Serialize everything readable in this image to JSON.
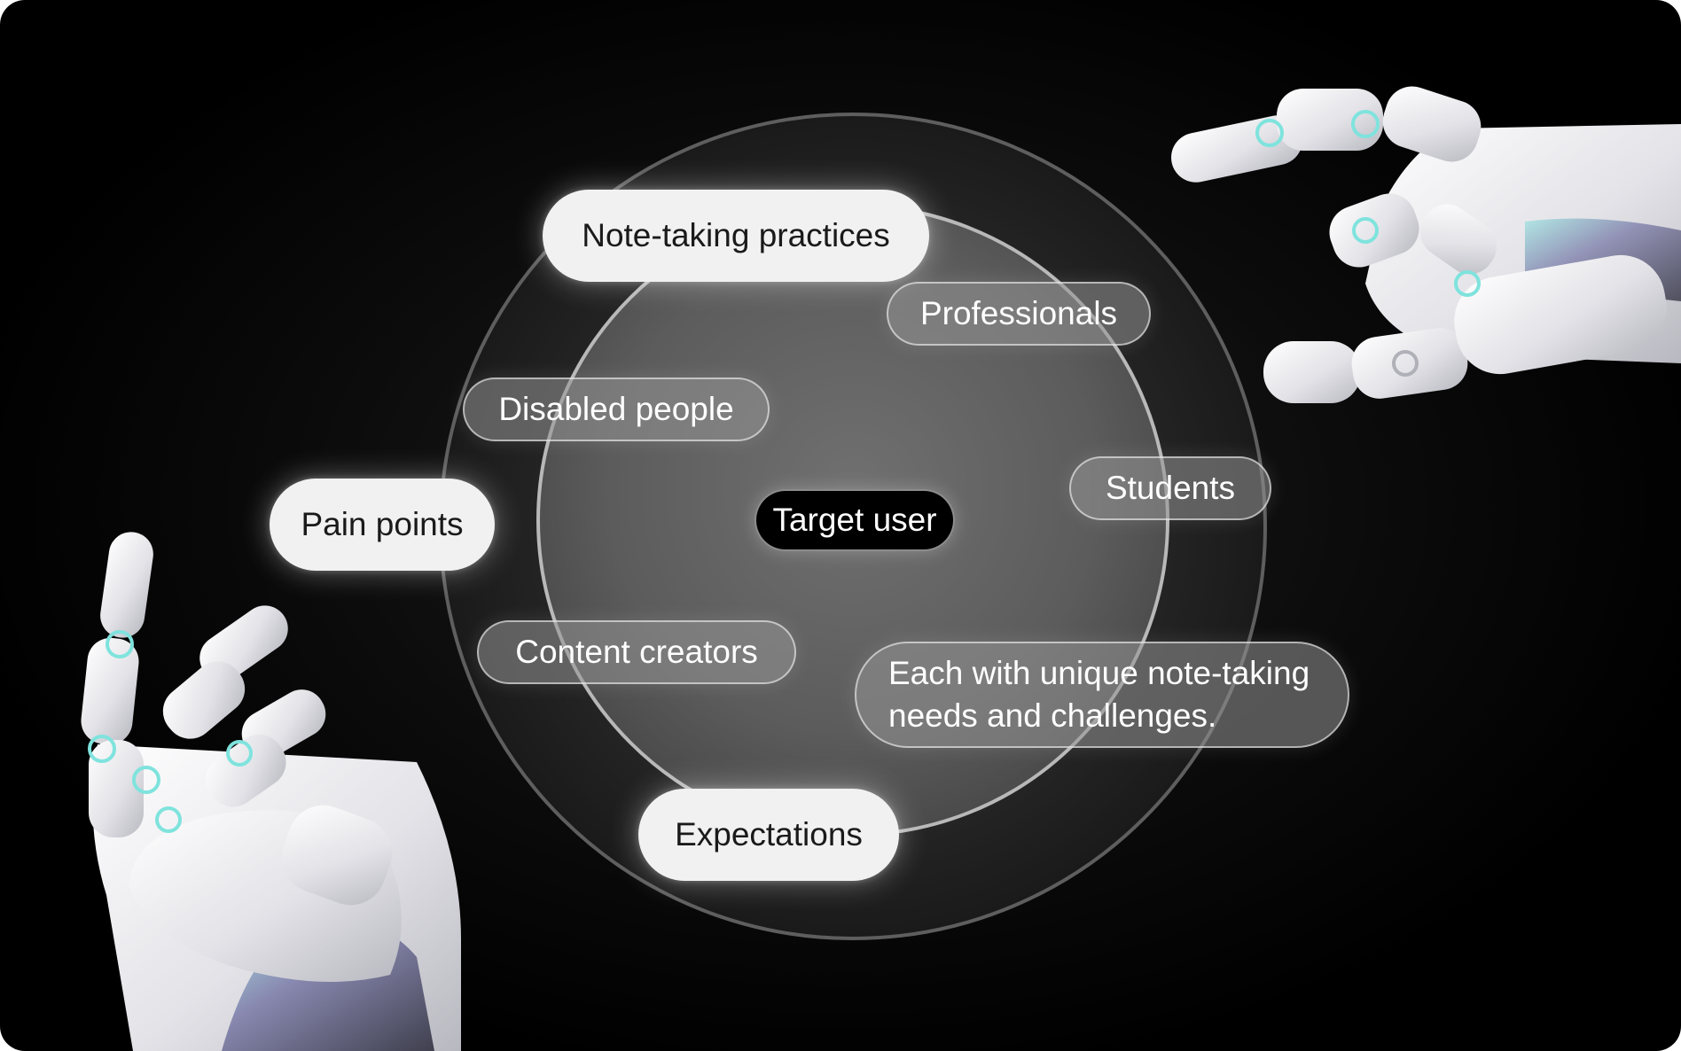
{
  "diagram": {
    "center": {
      "label": "Target user"
    },
    "outer_labels": [
      {
        "id": "note-taking-practices",
        "label": "Note-taking practices"
      },
      {
        "id": "pain-points",
        "label": "Pain points"
      },
      {
        "id": "expectations",
        "label": "Expectations"
      }
    ],
    "inner_labels": [
      {
        "id": "professionals",
        "label": "Professionals"
      },
      {
        "id": "disabled-people",
        "label": "Disabled people"
      },
      {
        "id": "students",
        "label": "Students"
      },
      {
        "id": "content-creators",
        "label": "Content creators"
      },
      {
        "id": "each-with-unique",
        "label": "Each with unique note-taking needs and challenges."
      }
    ]
  },
  "decorations": {
    "left_image": "robotic-hand",
    "right_image": "robotic-hand"
  },
  "colors": {
    "background": "#000000",
    "pill_white": "#f1f1f1",
    "pill_glass": "#969696",
    "center_pill": "#000000",
    "text_dark": "#1a1a1a",
    "text_light": "#ffffff"
  }
}
